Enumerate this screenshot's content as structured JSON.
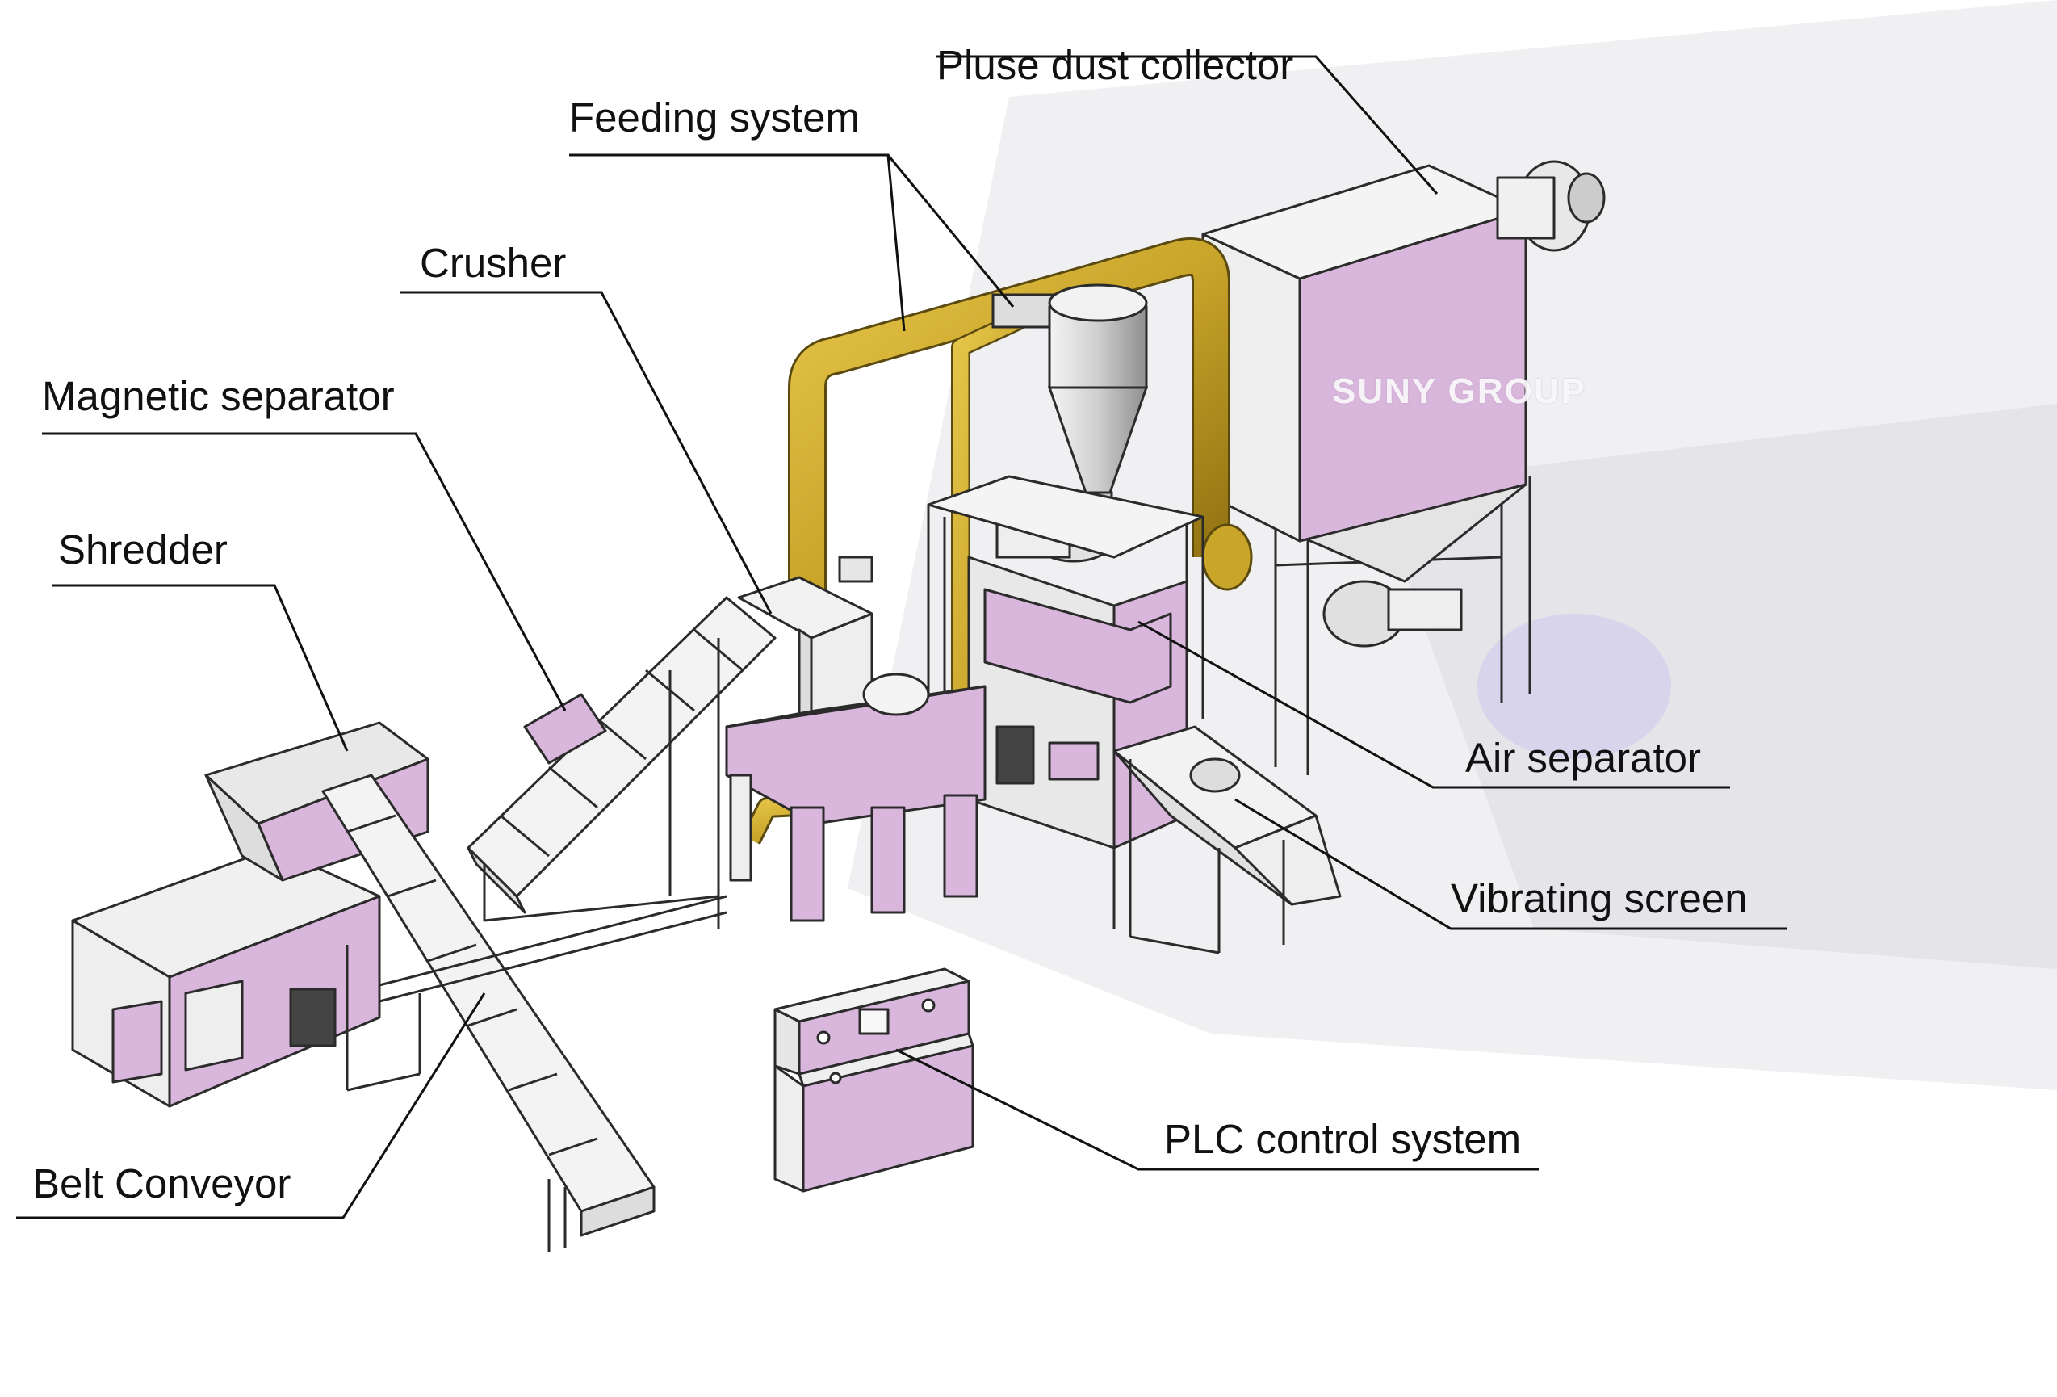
{
  "labels": {
    "pulse_dust_collector": "Pluse dust collector",
    "feeding_system": "Feeding system",
    "crusher": "Crusher",
    "magnetic_separator": "Magnetic separator",
    "shredder": "Shredder",
    "air_separator": "Air separator",
    "vibrating_screen": "Vibrating screen",
    "belt_conveyor": "Belt Conveyor",
    "plc_control_system": "PLC control system"
  },
  "watermark": "SUNY GROUP",
  "colors": {
    "machine_body": "#d9b6dc",
    "machine_light": "#eeeeee",
    "pipe": "#c9a52a",
    "outline": "#2b2b2b",
    "text": "#111111"
  }
}
